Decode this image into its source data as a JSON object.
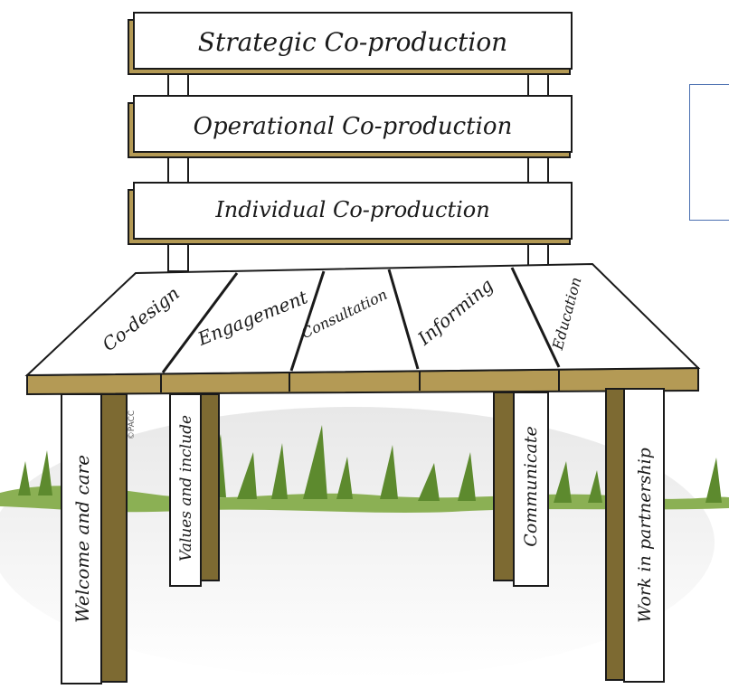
{
  "backrest": [
    "Strategic Co-production",
    "Operational Co-production",
    "Individual Co-production"
  ],
  "seat": [
    "Co-design",
    "Engagement",
    "Consultation",
    "Informing",
    "Education"
  ],
  "legs": [
    "Welcome and care",
    "Values and include",
    "Communicate",
    "Work in partnership"
  ],
  "copyright": "©PACC",
  "colors": {
    "wood": "#b49a55",
    "wood_dark": "#7d6a32",
    "grass": "#8bb054",
    "grass_dark": "#5d8a2e",
    "ink": "#1a1a1a",
    "box_border": "#4a6fb0"
  }
}
